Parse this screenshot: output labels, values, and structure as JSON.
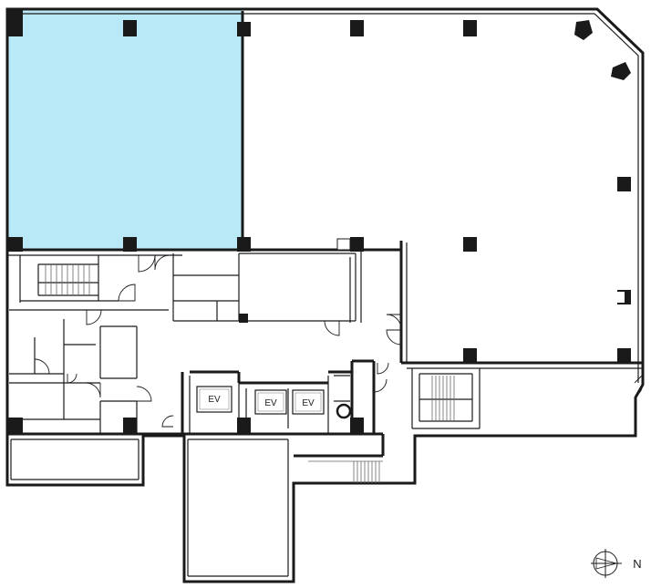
{
  "elevators": [
    {
      "label": "EV"
    },
    {
      "label": "EV"
    },
    {
      "label": "EV"
    }
  ],
  "compass": {
    "label": "N"
  },
  "colors": {
    "highlight": "#b9e9f6",
    "wall": "#1a1a1a",
    "background": "#ffffff"
  }
}
